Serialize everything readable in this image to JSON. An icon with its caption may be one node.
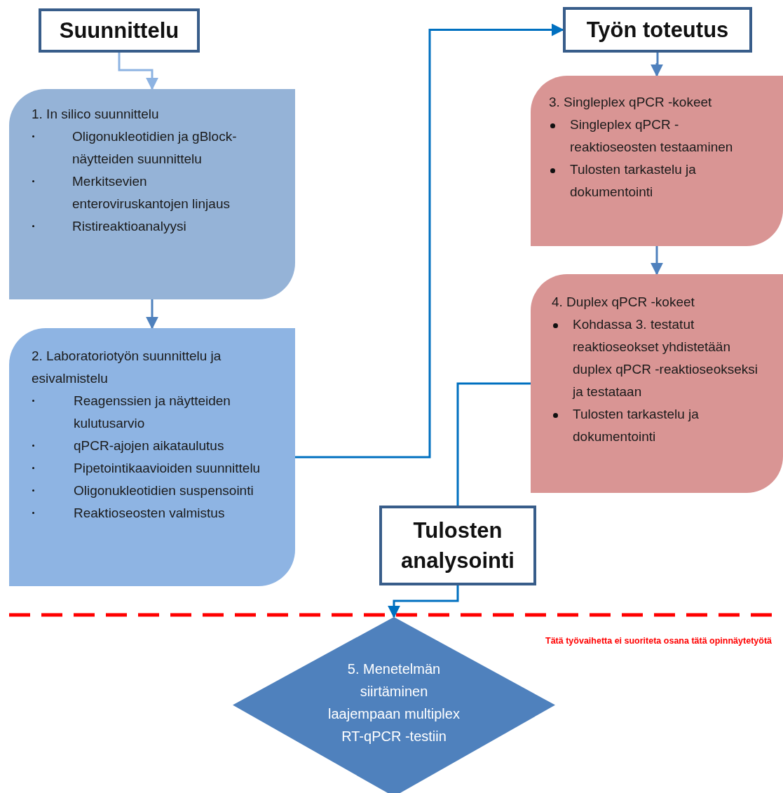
{
  "diagram": {
    "nodes": [
      {
        "text": [
          "Suunnittelu"
        ]
      },
      {
        "text": [
          "1. In silico suunnittelu",
          "Oligonukleotidien ja gBlock-näytteiden suunnittelu",
          "Merkitsevien enteroviruskantojen linjaus",
          "Ristireaktioanalyysi"
        ]
      },
      {
        "text": [
          "2.  Laboratoriotyön suunnittelu ja esivalmistelu",
          "Reagenssien ja näytteiden kulutusarvio",
          "qPCR-ajojen aikataulutus",
          "Pipetointikaavioiden suunnittelu",
          "Oligonukleotidien suspensointi",
          "Reaktioseosten valmistus"
        ]
      },
      {
        "text": [
          "Työn toteutus"
        ]
      },
      {
        "text": [
          "3. Singleplex qPCR -kokeet",
          "Singleplex qPCR -reaktioseosten testaaminen",
          "Tulosten tarkastelu ja dokumentointi"
        ]
      },
      {
        "text": [
          "4. Duplex qPCR -kokeet",
          "Kohdassa 3. testatut reaktioseokset yhdistetään duplex qPCR -reaktioseokseksi ja testataan",
          "Tulosten tarkastelu ja dokumentointi"
        ]
      },
      {
        "text": [
          "Tulosten analysointi"
        ]
      },
      {
        "text": [
          "5. Menetelmän siirtäminen laajempaan multiplex RT-qPCR -testiin"
        ]
      }
    ],
    "edges": [
      {
        "from": 0,
        "to": 1,
        "arrow": "to",
        "color": "#8db3e2"
      },
      {
        "from": 1,
        "to": 2,
        "arrow": "to"
      },
      {
        "from": 2,
        "to": 3,
        "arrow": "to",
        "color": "#0070c0"
      },
      {
        "from": 3,
        "to": 4,
        "arrow": "to"
      },
      {
        "from": 4,
        "to": 5,
        "arrow": "to"
      },
      {
        "from": 5,
        "to": 6,
        "arrow": "none",
        "color": "#0070c0"
      },
      {
        "from": 6,
        "to": 7,
        "arrow": "to",
        "color": "#0070c0"
      }
    ],
    "labels": [
      "Tätä työvaihetta ei suoriteta osana tätä opinnäytetyötä"
    ]
  }
}
